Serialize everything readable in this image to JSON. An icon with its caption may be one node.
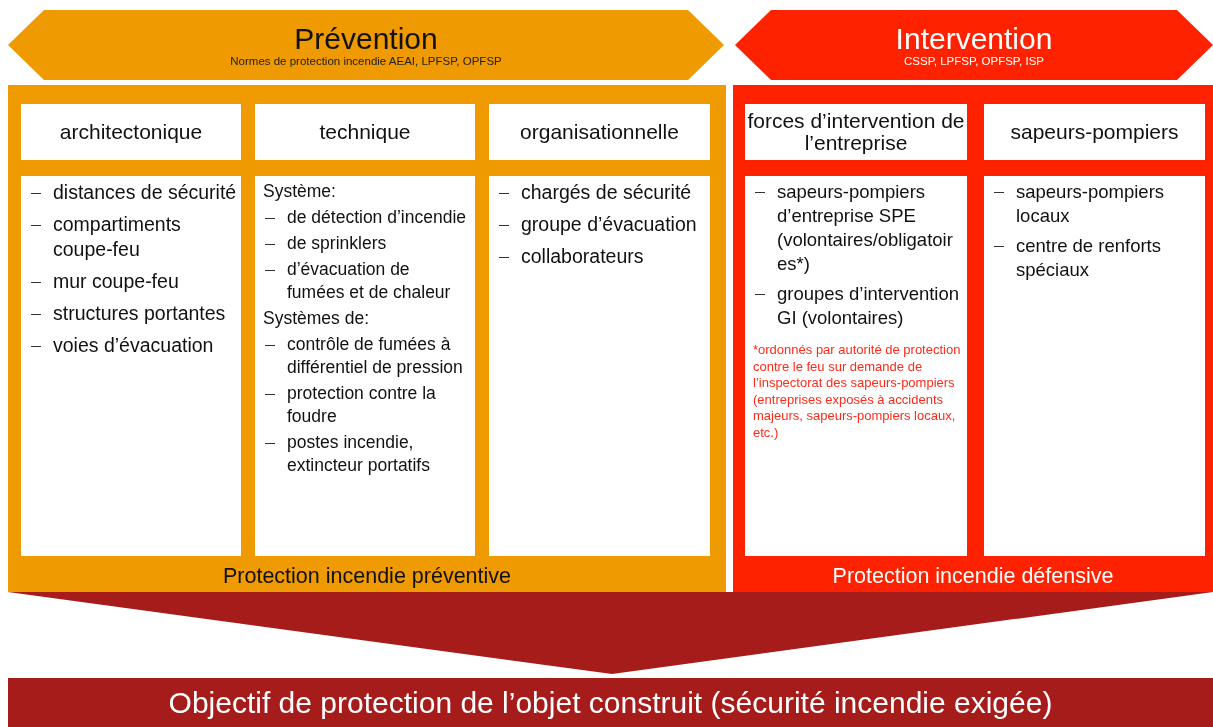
{
  "diagram": {
    "nodes": [
      {
        "text": [
          "Prévention",
          "Normes de protection incendie AEAI, LPFSP, OPFSP"
        ]
      },
      {
        "text": [
          "Intervention",
          "CSSP, LPFSP, OPFSP, ISP"
        ]
      },
      {
        "text": [
          "Protection incendie préventive"
        ]
      },
      {
        "text": [
          "architectonique"
        ],
        "in": 2
      },
      {
        "text": [
          "technique"
        ],
        "in": 2
      },
      {
        "text": [
          "organisationnelle"
        ],
        "in": 2
      },
      {
        "text": [
          "distances de sécurité",
          "compartiments coupe-feu",
          "mur coupe-feu",
          "structures portantes",
          "voies d’évacuation"
        ],
        "in": 2
      },
      {
        "text": [
          "Système:",
          "de détection d’incendie",
          "de sprinklers",
          "d’évacuation de fumées et de chaleur",
          "Systèmes de:",
          "contrôle de fumées à différentiel de pression",
          "protection contre la foudre",
          "postes incendie, extincteur portatifs"
        ],
        "in": 2
      },
      {
        "text": [
          "chargés de sécurité",
          "groupe d’évacuation",
          "collaborateurs"
        ],
        "in": 2
      },
      {
        "text": [
          "Protection incendie défensive"
        ]
      },
      {
        "text": [
          "forces d’intervention de l’entreprise"
        ],
        "in": 9
      },
      {
        "text": [
          "sapeurs-pompiers"
        ],
        "in": 9
      },
      {
        "text": [
          "sapeurs-pompiers d’entreprise SPE (volontaires/obligatoires*)",
          "groupes d’intervention GI (volontaires)",
          "*ordonnés par autorité de protection contre le feu sur demande de l’inspectorat des sapeurs-pompiers (entreprises exposés à accidents majeurs, sapeurs-pompiers locaux, etc.)"
        ],
        "in": 9
      },
      {
        "text": [
          "sapeurs-pompiers locaux",
          "centre de renforts spéciaux"
        ],
        "in": 9
      },
      {
        "text": [
          "Objectif de protection de l’objet construit (sécurité incendie exigée)"
        ]
      }
    ]
  }
}
